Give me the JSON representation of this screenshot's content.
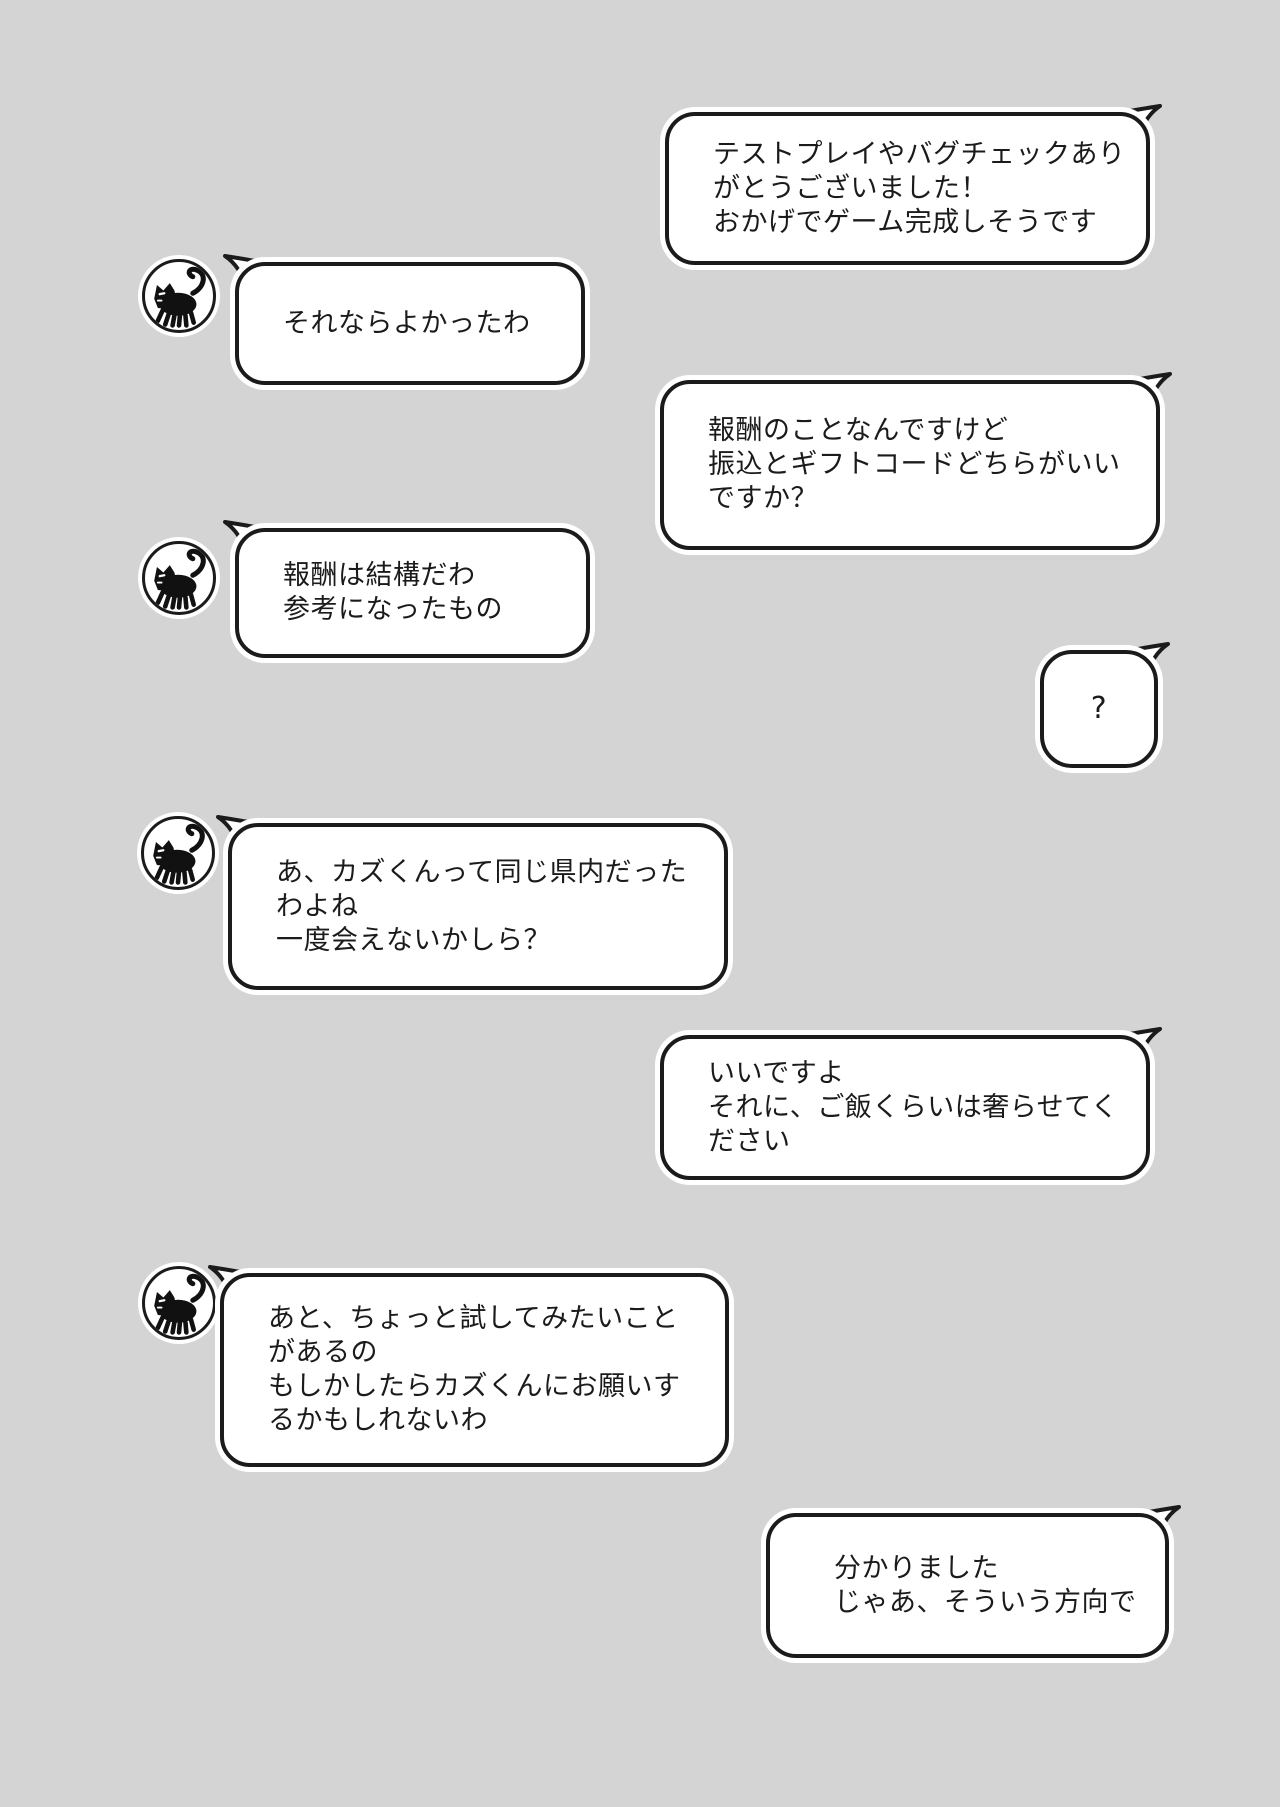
{
  "theme": {
    "background_color": "#d4d4d4",
    "bubble_fill_color": "#ffffff",
    "bubble_border_color": "#1b1b1b",
    "text_color": "#1b1b1b"
  },
  "chat": {
    "left_participant_icon": "black-cat-icon",
    "messages": [
      {
        "side": "right",
        "text": "テストプレイやバグチェックあり\nがとうございました！\nおかげでゲーム完成しそうです"
      },
      {
        "side": "left",
        "text": "それならよかったわ"
      },
      {
        "side": "right",
        "text": "報酬のことなんですけど\n振込とギフトコードどちらがいい\nですか？"
      },
      {
        "side": "left",
        "text": "報酬は結構だわ\n参考になったもの"
      },
      {
        "side": "right",
        "text": "?"
      },
      {
        "side": "left",
        "text": "あ、カズくんって同じ県内だった\nわよね\n一度会えないかしら？"
      },
      {
        "side": "right",
        "text": "いいですよ\nそれに、ご飯くらいは奢らせてく\nださい"
      },
      {
        "side": "left",
        "text": "あと、ちょっと試してみたいこと\nがあるの\nもしかしたらカズくんにお願いす\nるかもしれないわ"
      },
      {
        "side": "right",
        "text": "分かりました\nじゃあ、そういう方向で"
      }
    ]
  }
}
